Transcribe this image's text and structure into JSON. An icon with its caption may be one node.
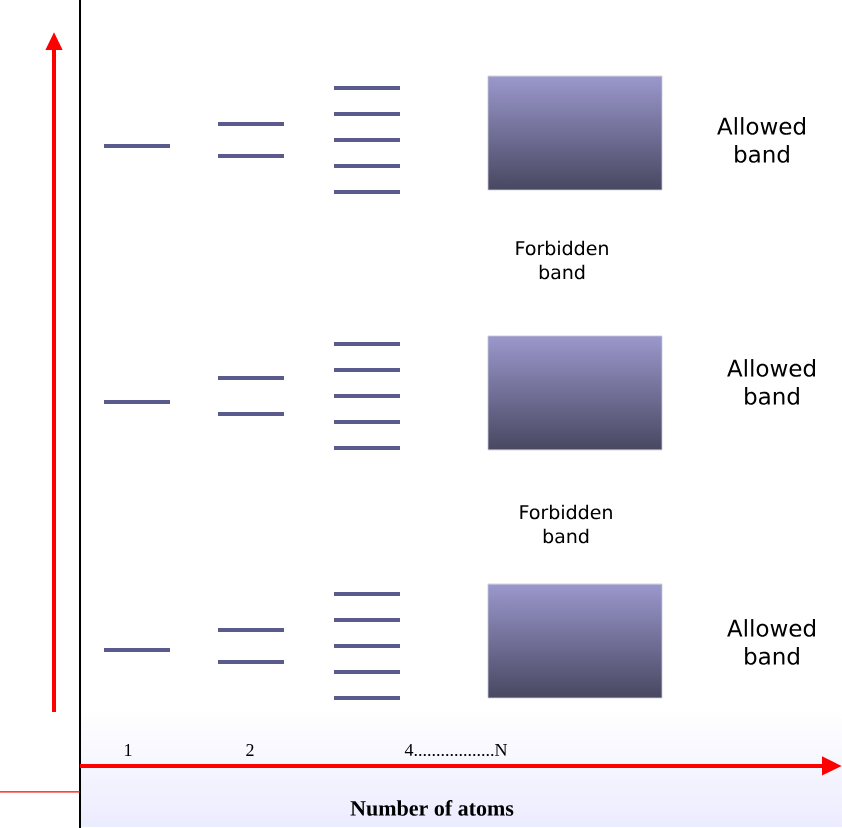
{
  "diagram": {
    "labels": [
      "Allowed band",
      "Forbidden band",
      "Allowed band",
      "Forbidden band",
      "Allowed band",
      "1",
      "2",
      "4..................N",
      "Number of atoms"
    ]
  }
}
